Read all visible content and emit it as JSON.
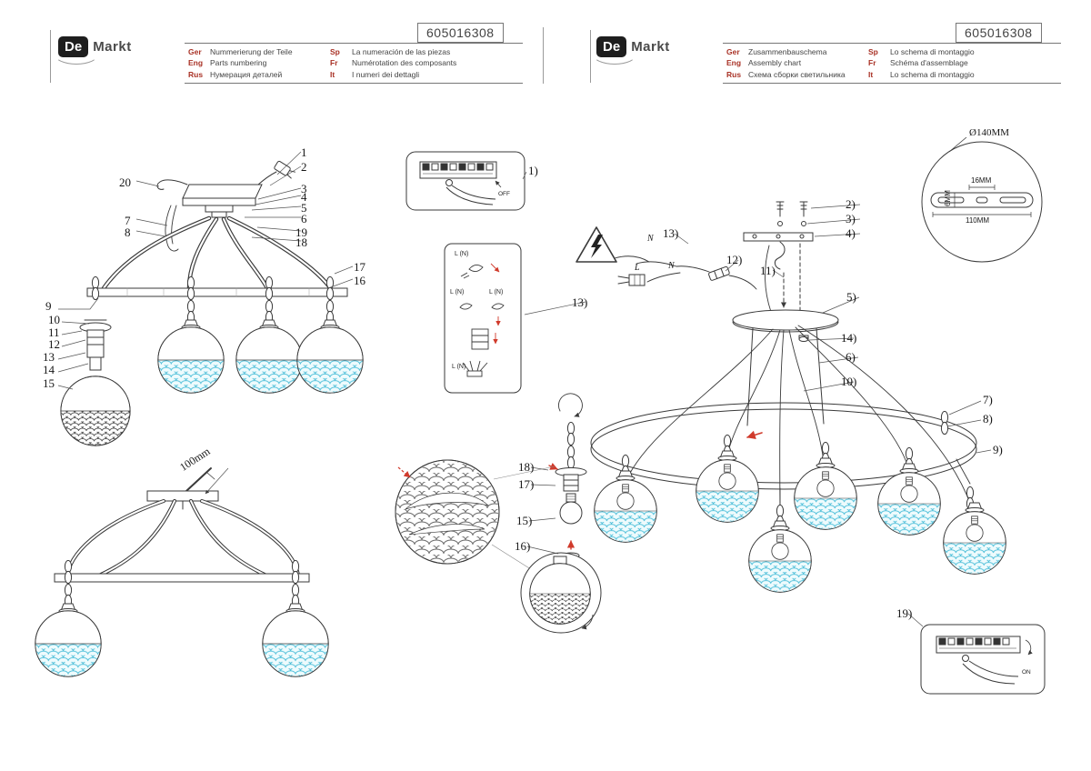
{
  "colors": {
    "accent_cyan": "#49bdd8",
    "warning_red": "#d03a2b",
    "line": "#3a3a3a",
    "legend_code_red": "#a93226"
  },
  "doc": {
    "brand_de": "De",
    "brand_markt": "Markt",
    "model": "605016308"
  },
  "left": {
    "legend": [
      {
        "code": "Ger",
        "text": "Nummerierung der Teile"
      },
      {
        "code": "Eng",
        "text": "Parts numbering"
      },
      {
        "code": "Rus",
        "text": "Нумерация деталей"
      },
      {
        "code": "Sp",
        "text": "La numeración de las piezas"
      },
      {
        "code": "Fr",
        "text": "Numérotation des composants"
      },
      {
        "code": "It",
        "text": "I numeri dei dettagli"
      }
    ],
    "parts": {
      "p1": "1",
      "p2": "2",
      "p3": "3",
      "p4": "4",
      "p5": "5",
      "p6": "6",
      "p7": "7",
      "p8": "8",
      "p9": "9",
      "p10": "10",
      "p11": "11",
      "p12": "12",
      "p13": "13",
      "p14": "14",
      "p15": "15",
      "p16": "16",
      "p17": "17",
      "p18": "18",
      "p19": "19",
      "p20": "20"
    },
    "detail_ref": "1)",
    "dim_100mm": "100mm",
    "wire_label": "L (N)",
    "switch_off": "OFF"
  },
  "right": {
    "legend": [
      {
        "code": "Ger",
        "text": "Zusammenbauschema"
      },
      {
        "code": "Eng",
        "text": "Assembly chart"
      },
      {
        "code": "Rus",
        "text": "Схема сборки светильника"
      },
      {
        "code": "Sp",
        "text": "Lo schema di montaggio"
      },
      {
        "code": "Fr",
        "text": "Schéma d'assemblage"
      },
      {
        "code": "It",
        "text": "Lo schema di montaggio"
      }
    ],
    "steps": {
      "s2": "2)",
      "s3": "3)",
      "s4": "4)",
      "s5": "5)",
      "s6": "6)",
      "s7": "7)",
      "s8": "8)",
      "s9": "9)",
      "s10": "10)",
      "s11": "11)",
      "s12": "12)",
      "s13": "13)",
      "s14": "14)",
      "s15": "15)",
      "s16": "16)",
      "s17": "17)",
      "s18": "18)",
      "s19": "19)"
    },
    "dims": {
      "d140": "Ø140MM",
      "d16": "16MM",
      "d6": "6MM",
      "d110": "110MM"
    },
    "wire_n": "N",
    "wire_l": "L",
    "switch_on": "ON"
  }
}
